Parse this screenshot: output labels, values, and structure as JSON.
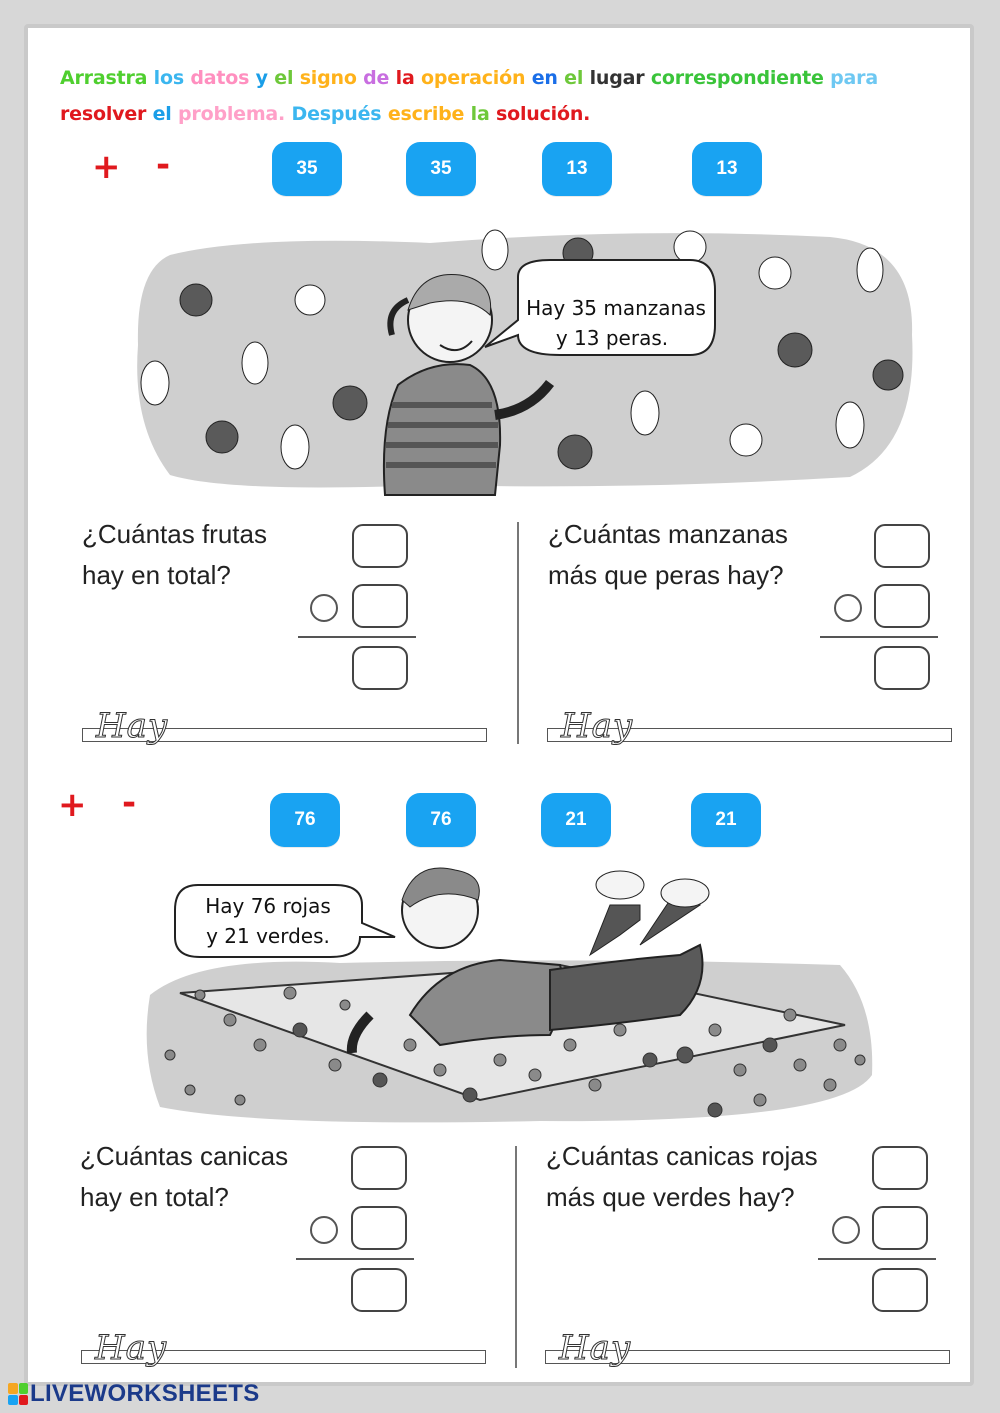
{
  "instructions": {
    "line1": [
      {
        "w": "Arrastra",
        "c": "#4fcf2f"
      },
      {
        "w": "los",
        "c": "#3bb6ef"
      },
      {
        "w": "datos",
        "c": "#ff8fbf"
      },
      {
        "w": "y",
        "c": "#1a9ee8"
      },
      {
        "w": "el",
        "c": "#6ec83a"
      },
      {
        "w": "signo",
        "c": "#ffb21a"
      },
      {
        "w": "de",
        "c": "#c86ee0"
      },
      {
        "w": "la",
        "c": "#e0191e"
      },
      {
        "w": "operación",
        "c": "#ffb21a"
      },
      {
        "w": "en",
        "c": "#1a6ee8"
      },
      {
        "w": "el",
        "c": "#6ec83a"
      },
      {
        "w": "lugar",
        "c": "#333333"
      },
      {
        "w": "correspondiente",
        "c": "#3ac43a"
      },
      {
        "w": "para",
        "c": "#6ec8f2"
      }
    ],
    "line2": [
      {
        "w": "resolver",
        "c": "#e0191e"
      },
      {
        "w": "el",
        "c": "#1a9ee8"
      },
      {
        "w": "problema.",
        "c": "#ffa0c8"
      },
      {
        "w": "Después",
        "c": "#3bb6ef"
      },
      {
        "w": "escribe",
        "c": "#ffb21a"
      },
      {
        "w": "la",
        "c": "#6ec83a"
      },
      {
        "w": "solución.",
        "c": "#e0191e"
      }
    ]
  },
  "problem1": {
    "signs": [
      "+",
      "-"
    ],
    "tiles": [
      "35",
      "35",
      "13",
      "13"
    ],
    "speech_line1": "Hay 35 manzanas",
    "speech_line2": "y 13 peras.",
    "q1_line1": "¿Cuántas frutas",
    "q1_line2": "hay en total?",
    "q2_line1": "¿Cuántas manzanas",
    "q2_line2": "más que peras hay?",
    "answer_prefix": "Hay"
  },
  "problem2": {
    "signs": [
      "+",
      "-"
    ],
    "tiles": [
      "76",
      "76",
      "21",
      "21"
    ],
    "speech_line1": "Hay 76 rojas",
    "speech_line2": "y 21 verdes.",
    "q1_line1": "¿Cuántas canicas",
    "q1_line2": "hay en total?",
    "q2_line1": "¿Cuántas canicas rojas",
    "q2_line2": "más que verdes hay?",
    "answer_prefix": "Hay"
  },
  "footer": {
    "brand": "LIVEWORKSHEETS"
  },
  "colors": {
    "tile": "#19a3f2",
    "sign": "#e0191e",
    "brand": "#1b3a8a"
  }
}
